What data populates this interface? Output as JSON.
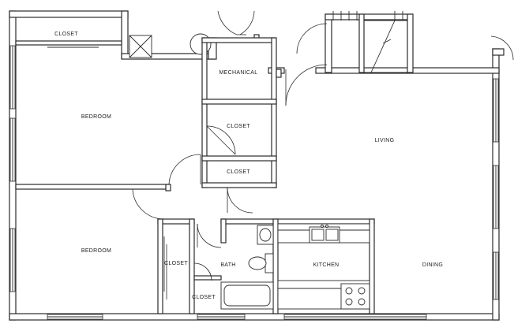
{
  "rooms": {
    "closet_top_left": "CLOSET",
    "mechanical": "MECHANICAL",
    "bedroom_top": "BEDROOM",
    "closet_middle_upper": "CLOSET",
    "closet_middle_lower": "CLOSET",
    "living": "LIVING",
    "bedroom_bottom": "BEDROOM",
    "closet_bedroom_bottom": "CLOSET",
    "bath": "BATH",
    "closet_bath": "CLOSET",
    "kitchen": "KITCHEN",
    "dining": "DINING"
  }
}
